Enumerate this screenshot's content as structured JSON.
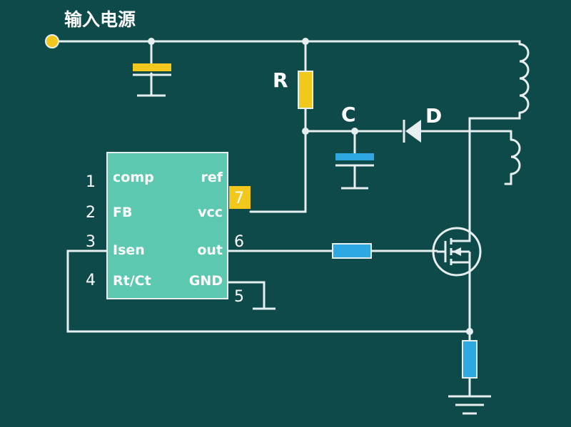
{
  "title": "输入电源",
  "components": {
    "resistor_label": "R",
    "capacitor_label": "C",
    "diode_label": "D"
  },
  "ic": {
    "left_pins": [
      {
        "number": "1",
        "name": "comp"
      },
      {
        "number": "2",
        "name": "FB"
      },
      {
        "number": "3",
        "name": "Isen"
      },
      {
        "number": "4",
        "name": "Rt/Ct"
      }
    ],
    "right_pins": [
      {
        "number": "7",
        "name": "vcc"
      },
      {
        "number": "6",
        "name": "out"
      },
      {
        "number": "5",
        "name": "GND"
      }
    ],
    "ref_label": "ref"
  },
  "colors": {
    "background": "#0f4a4a",
    "wire": "#e6eeee",
    "ic_body": "#5cc8b0",
    "yellow": "#f2c81c",
    "blue": "#2ea8e0"
  }
}
